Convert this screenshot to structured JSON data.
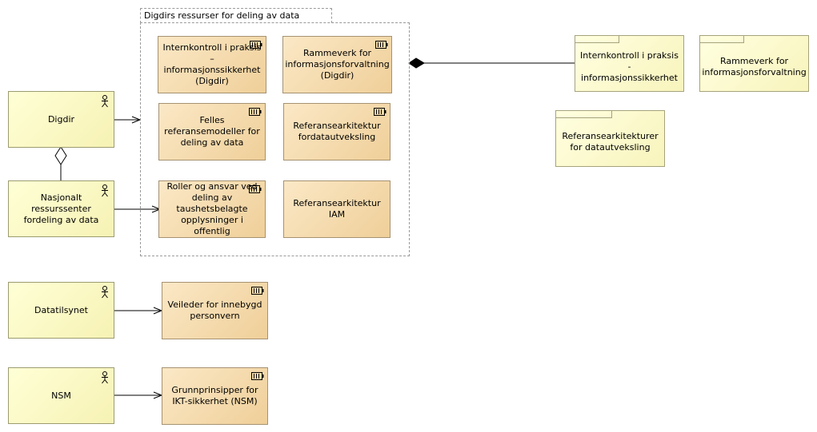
{
  "group": {
    "label": "Digdirs ressurser for deling av data"
  },
  "actors": {
    "digdir": "Digdir",
    "nasjonalt": "Nasjonalt ressurssenter fordeling av data",
    "datatilsynet": "Datatilsynet",
    "nsm": "NSM"
  },
  "artifacts": {
    "internkontroll": "Internkontroll i praksis – informasjonssikkerhet (Digdir)",
    "rammeverk": "Rammeverk for informasjonsforvaltning (Digdir)",
    "felles": "Felles referansemodeller for deling av data",
    "ref_data": "Referansearkitektur fordatautveksling",
    "roller": "Roller og ansvar ved deling av taushetsbelagte opplysninger i offentlig",
    "ref_iam": "Referansearkitektur IAM",
    "veileder": "Veileder for innebygd personvern",
    "grunnprinsipper": "Grunnprinsipper for IKT-sikkerhet (NSM)"
  },
  "notes": {
    "internkontroll": "Internkontroll i praksis - informasjonssikkerhet",
    "rammeverk": "Rammeverk for informasjonsforvaltning",
    "referansearkitekturer": "Referansearkitekturer for datautveksling"
  },
  "icons": {
    "actor": "actor-icon",
    "artifact": "artifact-icon"
  }
}
